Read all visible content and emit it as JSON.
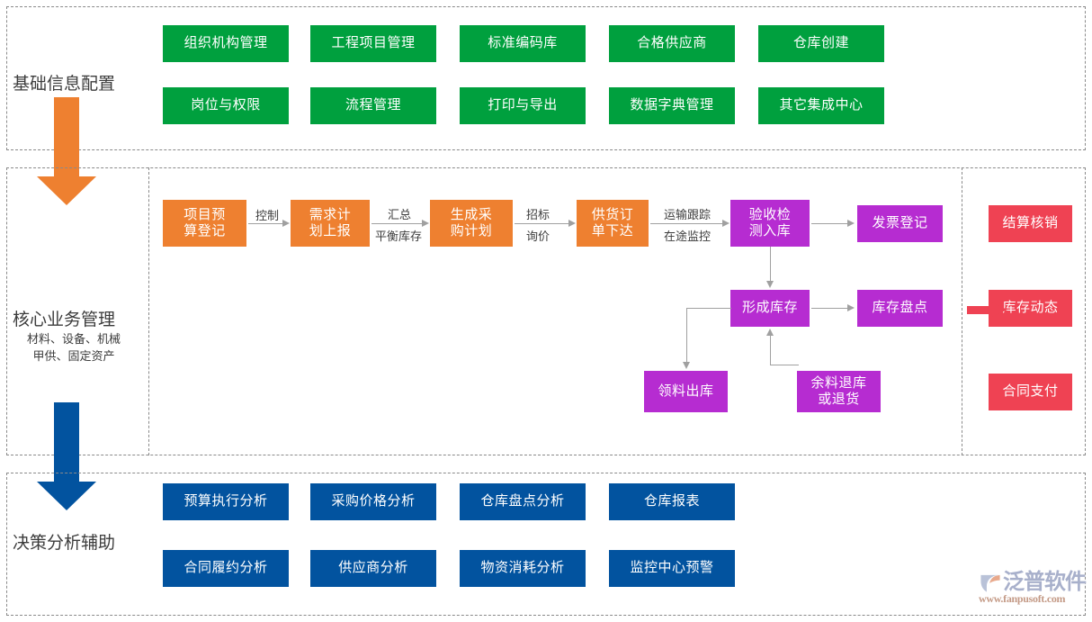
{
  "sections": {
    "basic": {
      "title": "基础信息配置",
      "color": "#00a03e",
      "rows": [
        [
          "组织机构管理",
          "工程项目管理",
          "标准编码库",
          "合格供应商",
          "仓库创建"
        ],
        [
          "岗位与权限",
          "流程管理",
          "打印与导出",
          "数据字典管理",
          "其它集成中心"
        ]
      ]
    },
    "core": {
      "title": "核心业务管理",
      "subtitle_line1": "材料、设备、机械",
      "subtitle_line2": "甲供、固定资产",
      "orange_color": "#ee8030",
      "purple_color": "#b62cd1",
      "red_color": "#ef4253",
      "nodes": {
        "budget": "项目预算登记",
        "demand_plan": "需求计划上报",
        "purchase_plan": "生成采购计划",
        "supply_order": "供货订单下达",
        "inspect_in": "验收检测入库",
        "invoice": "发票登记",
        "form_stock": "形成库存",
        "stock_check": "库存盘点",
        "issue_out": "领料出库",
        "return_stock": "余料退库或退货",
        "settlement": "结算核销",
        "stock_dynamics": "库存动态",
        "contract_pay": "合同支付"
      },
      "connector_labels": {
        "control": "控制",
        "summary": "汇总",
        "balance": "平衡库存",
        "bidding": "招标",
        "inquiry": "询价",
        "transport_track": "运输跟踪",
        "in_transit": "在途监控"
      }
    },
    "decision": {
      "title": "决策分析辅助",
      "color": "#02539f",
      "rows": [
        [
          "预算执行分析",
          "采购价格分析",
          "仓库盘点分析",
          "仓库报表"
        ],
        [
          "合同履约分析",
          "供应商分析",
          "物资消耗分析",
          "监控中心预警"
        ]
      ]
    }
  },
  "arrows": {
    "basic_to_core_color": "#ee8030",
    "core_to_decision_color": "#02539f",
    "stock_to_dynamics_color": "#ef4253"
  },
  "watermark": {
    "brand": "泛普软件",
    "url": "www.fanpusoft.com"
  }
}
